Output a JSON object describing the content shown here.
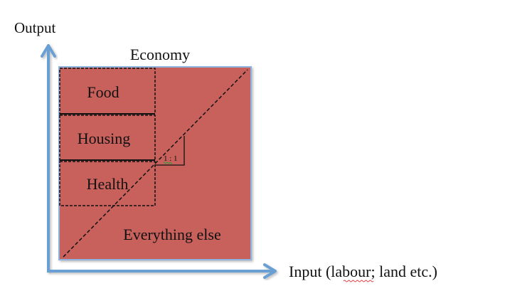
{
  "axes": {
    "y_label": "Output",
    "x_label": "Input (labour; land etc.)"
  },
  "economy": {
    "title": "Economy",
    "sectors": [
      "Food",
      "Housing",
      "Health"
    ],
    "rest_label": "Everything else",
    "slope_label": "1 : 1"
  },
  "colors": {
    "economy_fill": "#c8605c",
    "axis": "#6a9fd4",
    "border": "#8fb3df"
  }
}
